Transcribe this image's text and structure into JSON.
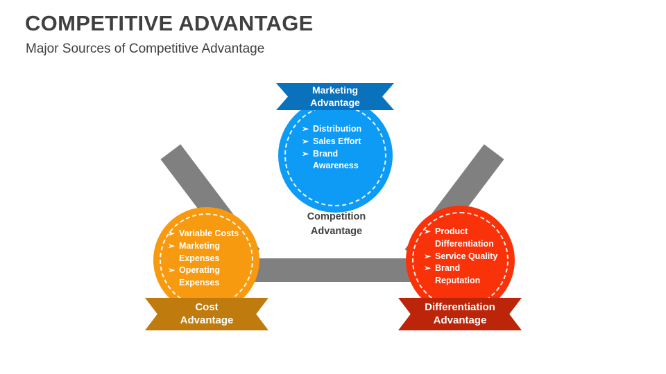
{
  "header": {
    "title": "COMPETITIVE ADVANTAGE",
    "subtitle": "Major Sources of Competitive Advantage"
  },
  "center": {
    "line1": "Competition",
    "line2": "Advantage"
  },
  "nodes": {
    "marketing": {
      "ribbon_line1": "Marketing",
      "ribbon_line2": "Advantage",
      "color": "#0d9bf5",
      "ribbon_color": "#0a72bc",
      "bullets": [
        "Distribution",
        "Sales Effort",
        "Brand\nAwareness"
      ],
      "bullet_icon": "➢"
    },
    "cost": {
      "ribbon_line1": "Cost",
      "ribbon_line2": "Advantage",
      "color": "#f89a10",
      "ribbon_color": "#bf7b0d",
      "bullets": [
        "Variable Costs",
        "Marketing\nExpenses",
        "Operating\nExpenses"
      ],
      "bullet_icon": "➢"
    },
    "differentiation": {
      "ribbon_line1": "Differentiation",
      "ribbon_line2": "Advantage",
      "color": "#f93209",
      "ribbon_color": "#bc2509",
      "bullets": [
        "Product\nDifferentiation",
        "Service Quality",
        "Brand\nReputation"
      ],
      "bullet_icon": "➢"
    }
  },
  "connectors": {
    "color": "#808080",
    "left_label": "marketing-to-cost-connector",
    "right_label": "marketing-to-differentiation-connector",
    "bottom_label": "cost-to-differentiation-connector"
  }
}
